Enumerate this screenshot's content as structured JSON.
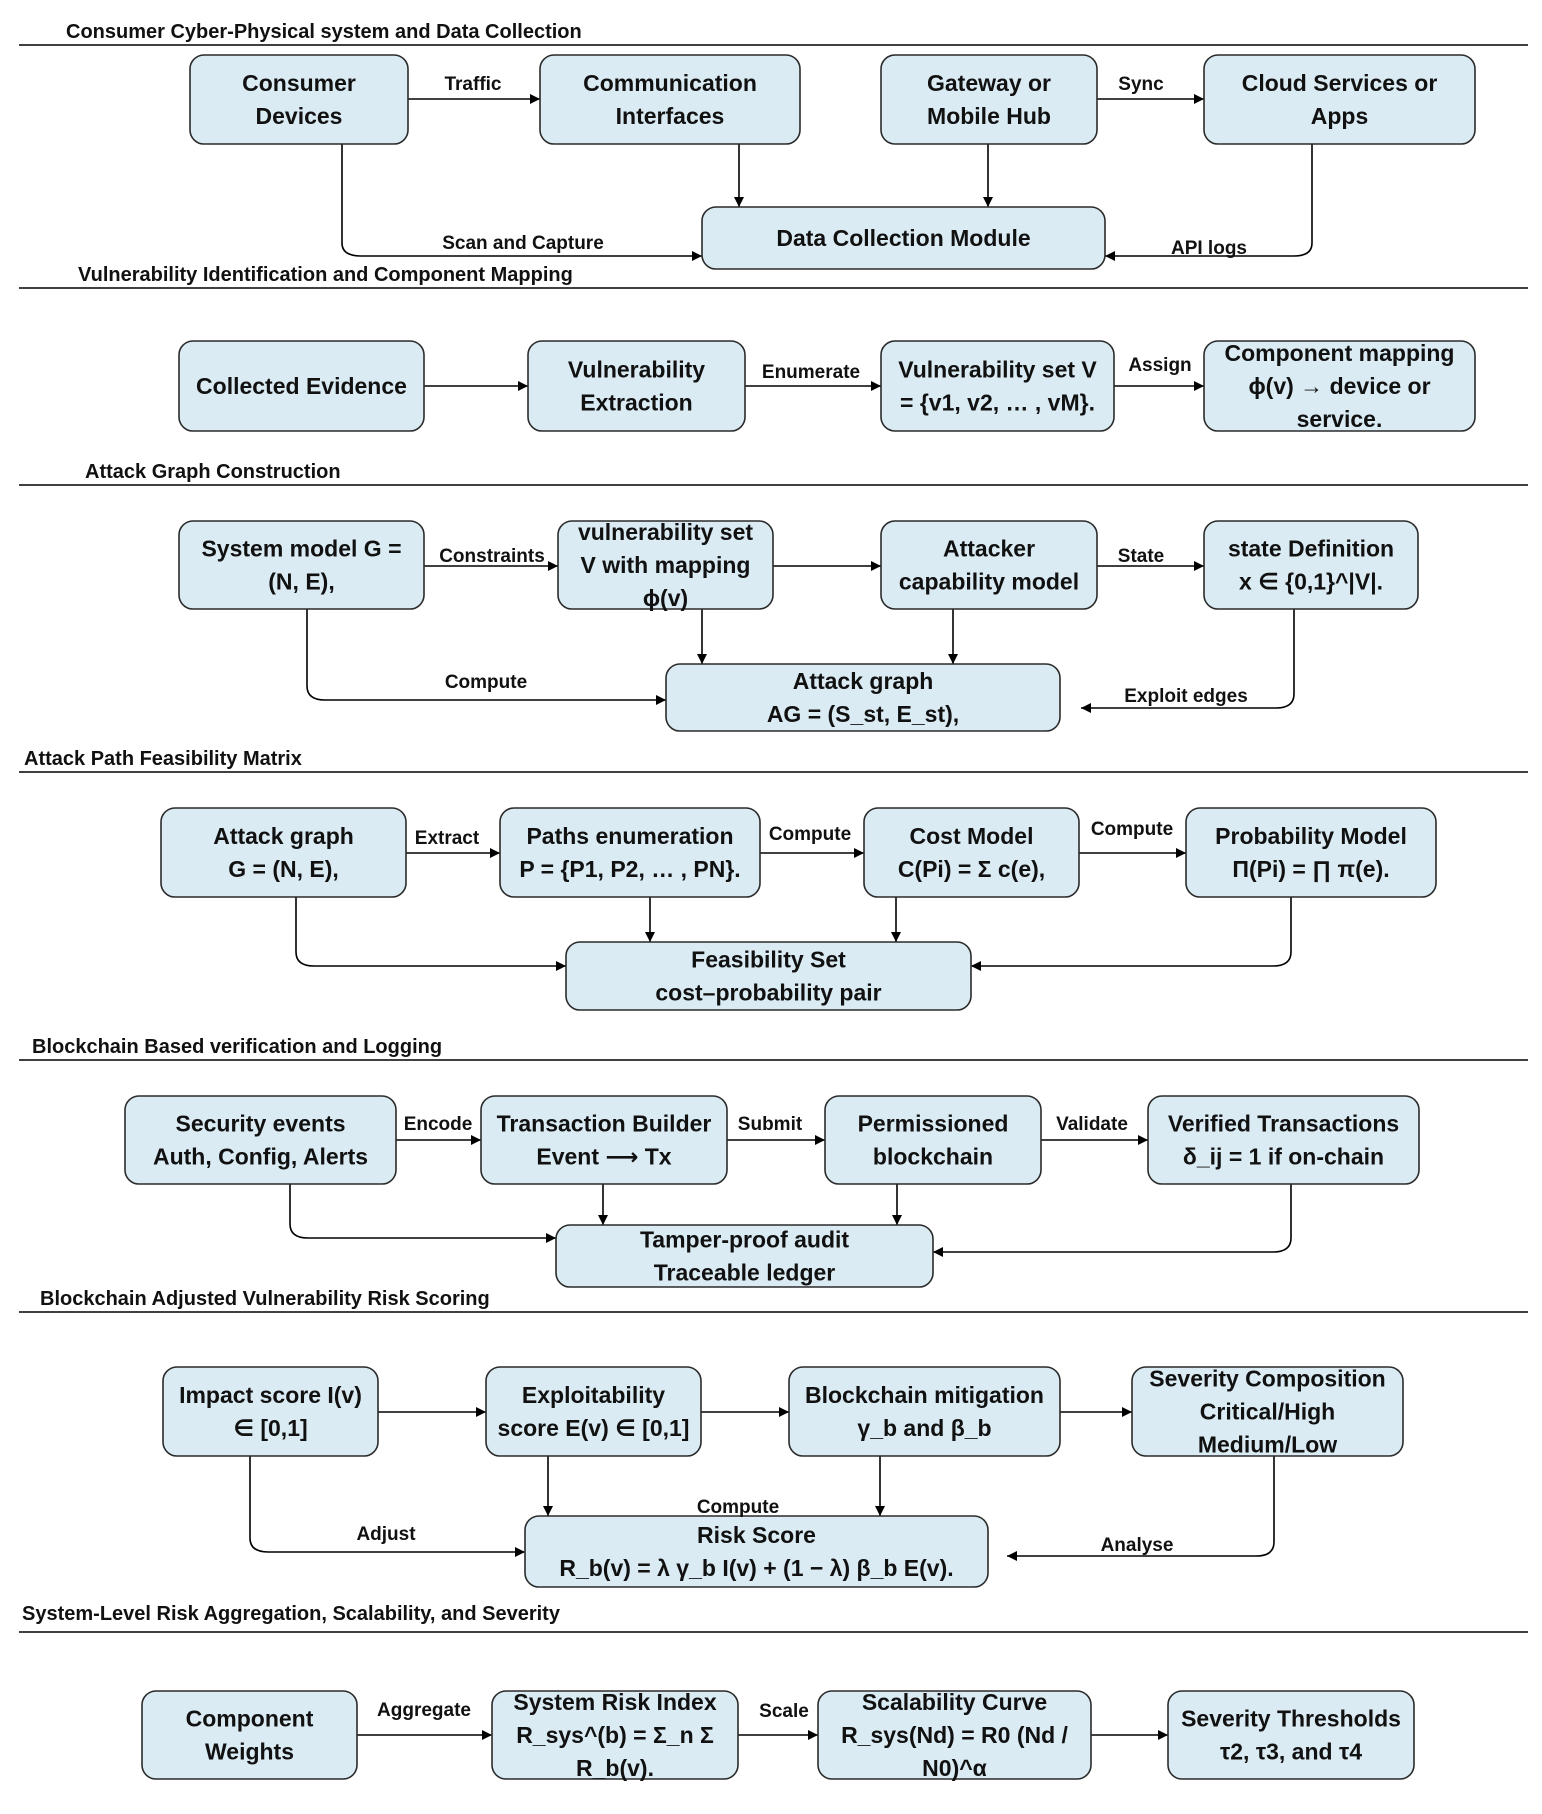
{
  "sections": [
    {
      "id": "s1",
      "title": "Consumer Cyber-Physical system and Data Collection"
    },
    {
      "id": "s2",
      "title": "Vulnerability Identification and Component Mapping"
    },
    {
      "id": "s3",
      "title": "Attack Graph Construction"
    },
    {
      "id": "s4",
      "title": "Attack Path Feasibility Matrix"
    },
    {
      "id": "s5",
      "title": "Blockchain Based verification and Logging"
    },
    {
      "id": "s6",
      "title": "Blockchain Adjusted Vulnerability Risk Scoring"
    },
    {
      "id": "s7",
      "title": "System-Level Risk Aggregation, Scalability, and Severity"
    }
  ],
  "nodes": [
    {
      "id": "consumer-devices",
      "lines": [
        "Consumer",
        "Devices"
      ]
    },
    {
      "id": "communication-interfaces",
      "lines": [
        "Communication",
        "Interfaces"
      ]
    },
    {
      "id": "gateway-mobile-hub",
      "lines": [
        "Gateway or",
        "Mobile Hub"
      ]
    },
    {
      "id": "cloud-services-apps",
      "lines": [
        "Cloud Services or",
        "Apps"
      ]
    },
    {
      "id": "data-collection-module",
      "lines": [
        "Data Collection Module"
      ]
    },
    {
      "id": "collected-evidence",
      "lines": [
        "Collected Evidence"
      ]
    },
    {
      "id": "vulnerability-extraction",
      "lines": [
        "Vulnerability",
        "Extraction"
      ]
    },
    {
      "id": "vulnerability-set",
      "lines": [
        "Vulnerability set V",
        "= {v1, v2, … , vM}."
      ]
    },
    {
      "id": "component-mapping",
      "lines": [
        "Component mapping",
        "ϕ(v) → device or",
        "service."
      ]
    },
    {
      "id": "system-model",
      "lines": [
        "System model G =",
        "(N, E),"
      ]
    },
    {
      "id": "vulnerability-set-mapping",
      "lines": [
        "vulnerability set",
        "V with mapping",
        "ϕ(v)"
      ]
    },
    {
      "id": "attacker-capability",
      "lines": [
        "Attacker",
        "capability model"
      ]
    },
    {
      "id": "state-definition",
      "lines": [
        "state Definition",
        "x ∈ {0,1}^|V|."
      ]
    },
    {
      "id": "attack-graph-ag",
      "lines": [
        "Attack graph",
        "AG = (S_st, E_st),"
      ]
    },
    {
      "id": "attack-graph-g",
      "lines": [
        "Attack graph",
        "G = (N, E),"
      ]
    },
    {
      "id": "paths-enumeration",
      "lines": [
        "Paths enumeration",
        "P = {P1, P2, … , PN}."
      ]
    },
    {
      "id": "cost-model",
      "lines": [
        "Cost Model",
        "C(Pi) = Σ c(e),"
      ]
    },
    {
      "id": "probability-model",
      "lines": [
        "Probability Model",
        "Π(Pi) = ∏ π(e)."
      ]
    },
    {
      "id": "feasibility-set",
      "lines": [
        "Feasibility Set",
        "cost–probability pair"
      ]
    },
    {
      "id": "security-events",
      "lines": [
        "Security events",
        "Auth, Config, Alerts"
      ]
    },
    {
      "id": "transaction-builder",
      "lines": [
        "Transaction Builder",
        "Event ⟶ Tx"
      ]
    },
    {
      "id": "permissioned-blockchain",
      "lines": [
        "Permissioned",
        "blockchain"
      ]
    },
    {
      "id": "verified-transactions",
      "lines": [
        "Verified Transactions",
        "δ_ij = 1 if on-chain"
      ]
    },
    {
      "id": "tamper-proof-audit",
      "lines": [
        "Tamper-proof audit",
        "Traceable ledger"
      ]
    },
    {
      "id": "impact-score",
      "lines": [
        "Impact score I(v)",
        "∈ [0,1]"
      ]
    },
    {
      "id": "exploitability-score",
      "lines": [
        "Exploitability",
        "score E(v) ∈ [0,1]"
      ]
    },
    {
      "id": "blockchain-mitigation",
      "lines": [
        "Blockchain mitigation",
        "γ_b and β_b"
      ]
    },
    {
      "id": "severity-composition",
      "lines": [
        "Severity Composition",
        "Critical/High",
        "Medium/Low"
      ]
    },
    {
      "id": "risk-score",
      "lines": [
        "Risk Score",
        "R_b(v) = λ γ_b I(v) + (1 − λ) β_b E(v)."
      ]
    },
    {
      "id": "component-weights",
      "lines": [
        "Component",
        "Weights"
      ]
    },
    {
      "id": "system-risk-index",
      "lines": [
        "System Risk Index",
        "R_sys^(b) = Σ_n Σ",
        "R_b(v)."
      ]
    },
    {
      "id": "scalability-curve",
      "lines": [
        "Scalability Curve",
        "R_sys(Nd) = R0 (Nd /",
        "N0)^α"
      ]
    },
    {
      "id": "severity-thresholds",
      "lines": [
        "Severity Thresholds",
        "τ2, τ3, and τ4"
      ]
    }
  ],
  "edges": [
    {
      "id": "e1",
      "from": "consumer-devices",
      "to": "communication-interfaces",
      "label": "Traffic"
    },
    {
      "id": "e2",
      "from": "gateway-mobile-hub",
      "to": "cloud-services-apps",
      "label": "Sync"
    },
    {
      "id": "e3",
      "from": "communication-interfaces",
      "to": "data-collection-module",
      "label": ""
    },
    {
      "id": "e4",
      "from": "gateway-mobile-hub",
      "to": "data-collection-module",
      "label": ""
    },
    {
      "id": "e5",
      "from": "consumer-devices",
      "to": "data-collection-module",
      "label": "Scan and Capture"
    },
    {
      "id": "e6",
      "from": "cloud-services-apps",
      "to": "data-collection-module",
      "label": "API logs"
    },
    {
      "id": "e7",
      "from": "collected-evidence",
      "to": "vulnerability-extraction",
      "label": ""
    },
    {
      "id": "e8",
      "from": "vulnerability-extraction",
      "to": "vulnerability-set",
      "label": "Enumerate"
    },
    {
      "id": "e9",
      "from": "vulnerability-set",
      "to": "component-mapping",
      "label": "Assign"
    },
    {
      "id": "e10",
      "from": "system-model",
      "to": "vulnerability-set-mapping",
      "label": "Constraints"
    },
    {
      "id": "e11",
      "from": "vulnerability-set-mapping",
      "to": "attacker-capability",
      "label": ""
    },
    {
      "id": "e12",
      "from": "attacker-capability",
      "to": "state-definition",
      "label": "State"
    },
    {
      "id": "e13",
      "from": "vulnerability-set-mapping",
      "to": "attack-graph-ag",
      "label": ""
    },
    {
      "id": "e14",
      "from": "attacker-capability",
      "to": "attack-graph-ag",
      "label": ""
    },
    {
      "id": "e15",
      "from": "system-model",
      "to": "attack-graph-ag",
      "label": "Compute"
    },
    {
      "id": "e16",
      "from": "state-definition",
      "to": "attack-graph-ag",
      "label": "Exploit edges"
    },
    {
      "id": "e17",
      "from": "attack-graph-g",
      "to": "paths-enumeration",
      "label": "Extract"
    },
    {
      "id": "e18",
      "from": "paths-enumeration",
      "to": "cost-model",
      "label": "Compute"
    },
    {
      "id": "e19",
      "from": "cost-model",
      "to": "probability-model",
      "label": "Compute"
    },
    {
      "id": "e20",
      "from": "paths-enumeration",
      "to": "feasibility-set",
      "label": ""
    },
    {
      "id": "e21",
      "from": "cost-model",
      "to": "feasibility-set",
      "label": ""
    },
    {
      "id": "e22",
      "from": "attack-graph-g",
      "to": "feasibility-set",
      "label": ""
    },
    {
      "id": "e23",
      "from": "probability-model",
      "to": "feasibility-set",
      "label": ""
    },
    {
      "id": "e24",
      "from": "security-events",
      "to": "transaction-builder",
      "label": "Encode"
    },
    {
      "id": "e25",
      "from": "transaction-builder",
      "to": "permissioned-blockchain",
      "label": "Submit"
    },
    {
      "id": "e26",
      "from": "permissioned-blockchain",
      "to": "verified-transactions",
      "label": "Validate"
    },
    {
      "id": "e27",
      "from": "transaction-builder",
      "to": "tamper-proof-audit",
      "label": ""
    },
    {
      "id": "e28",
      "from": "permissioned-blockchain",
      "to": "tamper-proof-audit",
      "label": ""
    },
    {
      "id": "e29",
      "from": "security-events",
      "to": "tamper-proof-audit",
      "label": ""
    },
    {
      "id": "e30",
      "from": "verified-transactions",
      "to": "tamper-proof-audit",
      "label": ""
    },
    {
      "id": "e31",
      "from": "impact-score",
      "to": "exploitability-score",
      "label": ""
    },
    {
      "id": "e32",
      "from": "exploitability-score",
      "to": "blockchain-mitigation",
      "label": ""
    },
    {
      "id": "e33",
      "from": "blockchain-mitigation",
      "to": "severity-composition",
      "label": ""
    },
    {
      "id": "e34",
      "from": "exploitability-score",
      "to": "risk-score",
      "label": ""
    },
    {
      "id": "e35",
      "from": "blockchain-mitigation",
      "to": "risk-score",
      "label": ""
    },
    {
      "id": "e36",
      "from": "impact-score",
      "to": "risk-score",
      "label": "Adjust"
    },
    {
      "id": "e37",
      "from": "severity-composition",
      "to": "risk-score",
      "label": "Analyse"
    },
    {
      "id": "e38",
      "from": "",
      "to": "",
      "label": "Compute"
    },
    {
      "id": "e39",
      "from": "component-weights",
      "to": "system-risk-index",
      "label": "Aggregate"
    },
    {
      "id": "e40",
      "from": "system-risk-index",
      "to": "scalability-curve",
      "label": "Scale"
    },
    {
      "id": "e41",
      "from": "scalability-curve",
      "to": "severity-thresholds",
      "label": ""
    }
  ]
}
